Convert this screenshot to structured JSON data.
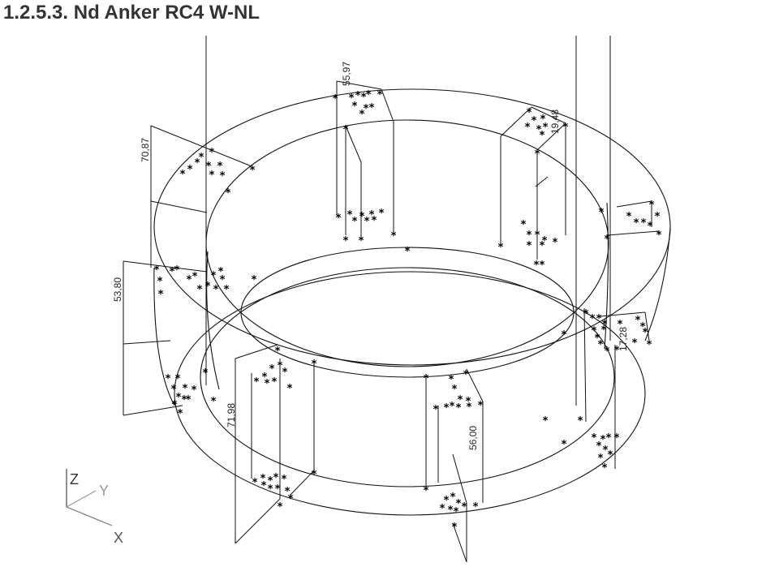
{
  "title": "1.2.5.3. Nd Anker RC4 W-NL",
  "axes": {
    "z": "Z",
    "y": "Y",
    "x": "X",
    "z_color": "#333333",
    "y_color": "#9a9a9a",
    "x_color": "#555555"
  },
  "values": [
    "55,97",
    "19,48",
    "70,87",
    "53,80",
    "71,98",
    "56,00",
    "17,28"
  ],
  "marker_symbol": "*",
  "icons": {
    "axis_triad": "xyz-axis-icon",
    "anchor_marker": "asterisk-marker"
  }
}
